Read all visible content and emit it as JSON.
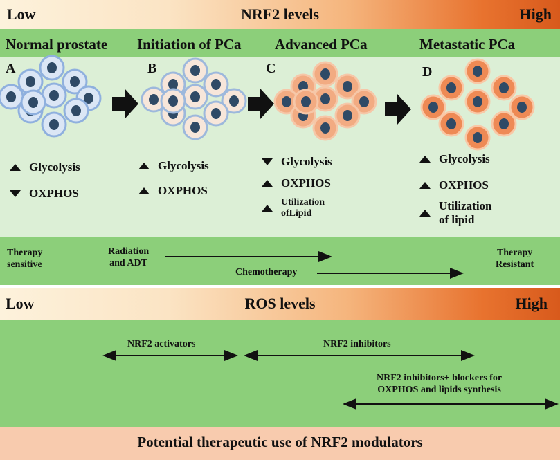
{
  "nrf2_bar": {
    "low": "Low",
    "title": "NRF2 levels",
    "high": "High"
  },
  "stages": [
    {
      "title": "Normal prostate",
      "letter": "A",
      "cell_fill": "#dbe6f5",
      "cell_stroke": "#8fb0de"
    },
    {
      "title": "Initiation of PCa",
      "letter": "B",
      "cell_fill": "#f7e6da",
      "cell_stroke": "#9db8dc"
    },
    {
      "title": "Advanced PCa",
      "letter": "C",
      "cell_fill": "#f2ab82",
      "cell_stroke": "#f6c7a8"
    },
    {
      "title": "Metastatic PCa",
      "letter": "D",
      "cell_fill": "#ee8a55",
      "cell_stroke": "#f9c8a6"
    }
  ],
  "metabolism": [
    [
      {
        "dir": "up",
        "label": "Glycolysis"
      },
      {
        "dir": "down",
        "label": "OXPHOS"
      }
    ],
    [
      {
        "dir": "up",
        "label": "Glycolysis"
      },
      {
        "dir": "up",
        "label": "OXPHOS"
      }
    ],
    [
      {
        "dir": "down",
        "label": "Glycolysis"
      },
      {
        "dir": "up",
        "label": "OXPHOS"
      },
      {
        "dir": "up",
        "label": "Utilization ofLipid"
      }
    ],
    [
      {
        "dir": "up",
        "label": "Glycolysis"
      },
      {
        "dir": "up",
        "label": "OXPHOS"
      },
      {
        "dir": "up",
        "label": "Utilization  of lipid"
      }
    ]
  ],
  "therapy": {
    "sensitive_line1": "Therapy",
    "sensitive_line2": "sensitive",
    "radiation_line1": "Radiation",
    "radiation_line2": "and ADT",
    "chemo": "Chemotherapy",
    "resistant_line1": "Therapy",
    "resistant_line2": "Resistant"
  },
  "ros_bar": {
    "low": "Low",
    "title": "ROS levels",
    "high": "High"
  },
  "modulators": {
    "activators": "NRF2 activators",
    "inhibitors": "NRF2 inhibitors",
    "combo_line1": "NRF2 inhibitors+ blockers for",
    "combo_line2": "OXPHOS and lipids synthesis"
  },
  "footer": "Potential therapeutic use of NRF2 modulators",
  "colors": {
    "green_band": "#8ccf7a",
    "light_green": "#dcefd6",
    "footer_bg": "#f8cbae"
  }
}
